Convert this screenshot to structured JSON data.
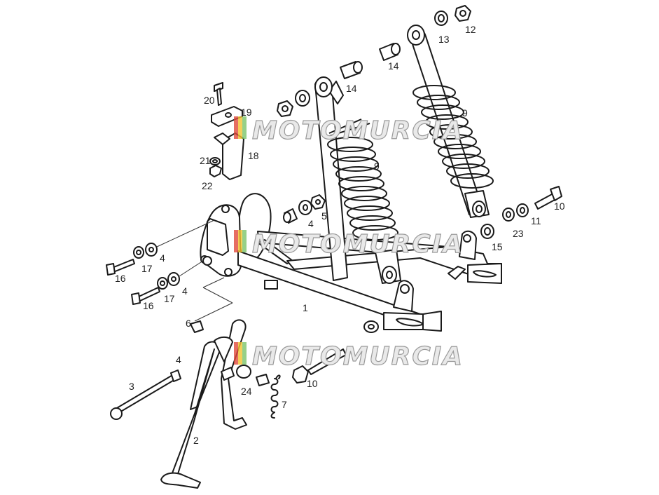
{
  "diagram": {
    "labels": [
      {
        "id": "lbl-1",
        "text": "1"
      },
      {
        "id": "lbl-2",
        "text": "2"
      },
      {
        "id": "lbl-3",
        "text": "3"
      },
      {
        "id": "lbl-4a",
        "text": "4"
      },
      {
        "id": "lbl-4b",
        "text": "4"
      },
      {
        "id": "lbl-4c",
        "text": "4"
      },
      {
        "id": "lbl-4d",
        "text": "4"
      },
      {
        "id": "lbl-5",
        "text": "5"
      },
      {
        "id": "lbl-6",
        "text": "6"
      },
      {
        "id": "lbl-7",
        "text": "7"
      },
      {
        "id": "lbl-9a",
        "text": "9"
      },
      {
        "id": "lbl-9b",
        "text": "9"
      },
      {
        "id": "lbl-10a",
        "text": "10"
      },
      {
        "id": "lbl-10b",
        "text": "10"
      },
      {
        "id": "lbl-11",
        "text": "11"
      },
      {
        "id": "lbl-12",
        "text": "12"
      },
      {
        "id": "lbl-13",
        "text": "13"
      },
      {
        "id": "lbl-14a",
        "text": "14"
      },
      {
        "id": "lbl-14b",
        "text": "14"
      },
      {
        "id": "lbl-15",
        "text": "15"
      },
      {
        "id": "lbl-16a",
        "text": "16"
      },
      {
        "id": "lbl-16b",
        "text": "16"
      },
      {
        "id": "lbl-17a",
        "text": "17"
      },
      {
        "id": "lbl-17b",
        "text": "17"
      },
      {
        "id": "lbl-18",
        "text": "18"
      },
      {
        "id": "lbl-19",
        "text": "19"
      },
      {
        "id": "lbl-20",
        "text": "20"
      },
      {
        "id": "lbl-21",
        "text": "21"
      },
      {
        "id": "lbl-22",
        "text": "22"
      },
      {
        "id": "lbl-23",
        "text": "23"
      },
      {
        "id": "lbl-24",
        "text": "24"
      }
    ],
    "watermark": "MOTOMURCIA",
    "watermark_colors": {
      "red": "#e04a3c",
      "yellow": "#f2c230",
      "green": "#7cc46a",
      "grey": "#9a9a9a"
    }
  }
}
